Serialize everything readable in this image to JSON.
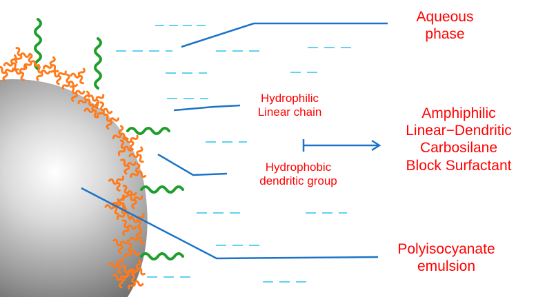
{
  "labels": {
    "aqueous_1": "Aqueous",
    "aqueous_2": "phase",
    "hydrophilic_1": "Hydrophilic",
    "hydrophilic_2": "Linear chain",
    "hydrophobic_1": "Hydrophobic",
    "hydrophobic_2": "dendritic group",
    "amphiphilic_1": "Amphiphilic",
    "amphiphilic_2": "Linear−Dendritic",
    "amphiphilic_3": "Carbosilane",
    "amphiphilic_4": "Block Surfactant",
    "emulsion_1": "Polyisocyanate",
    "emulsion_2": "emulsion"
  },
  "colors": {
    "label_text": "#ff0000",
    "leader_line": "#1a73c8",
    "water_dash": "#5fd3f0",
    "linear_chain": "#1f9e2c",
    "dendritic_group": "#ff7a1a",
    "droplet_light": "#ffffff",
    "droplet_dark": "#6e6e6e"
  }
}
